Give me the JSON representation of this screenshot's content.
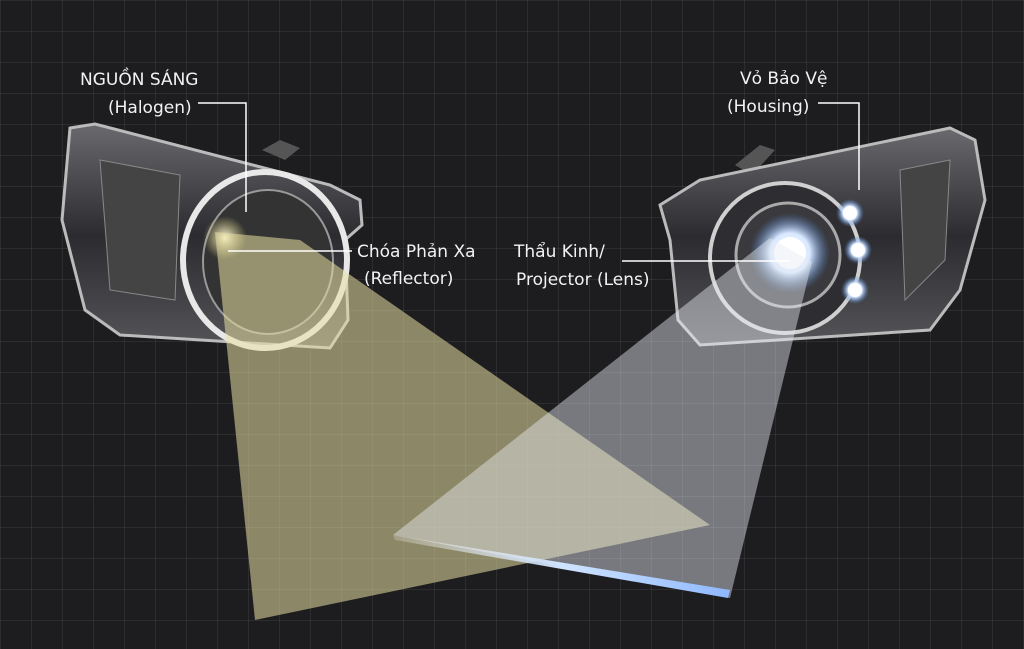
{
  "labels": {
    "light_source": {
      "title": "NGUỒN SÁNG",
      "subtitle": "(Halogen)"
    },
    "reflector": {
      "title": "Chóa Phản Xa",
      "subtitle": "(Reflector)"
    },
    "housing": {
      "title": "Vỏ Bảo Vệ",
      "subtitle": "(Housing)"
    },
    "lens": {
      "title": "Thẩu Kinh/",
      "subtitle": "Projector (Lens)"
    }
  },
  "colors": {
    "background": "#1d1d20",
    "halogen_beam": "#e8dfa0",
    "projector_beam": "#e6ecf2",
    "led_glow": "#9cc4ff"
  }
}
